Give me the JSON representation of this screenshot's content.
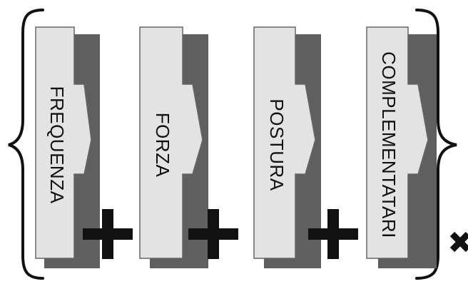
{
  "diagram": {
    "factors": [
      {
        "label": "FREQUENZA"
      },
      {
        "label": "FORZA"
      },
      {
        "label": "POSTURA"
      },
      {
        "label": "COMPLEMENTATARI"
      }
    ],
    "operator_symbol": "plus",
    "trailing_symbol": "times",
    "colors": {
      "box_fill": "#e3e3e3",
      "box_stroke": "#666666",
      "shadow": "#5f5f5f",
      "ink": "#111111"
    }
  }
}
